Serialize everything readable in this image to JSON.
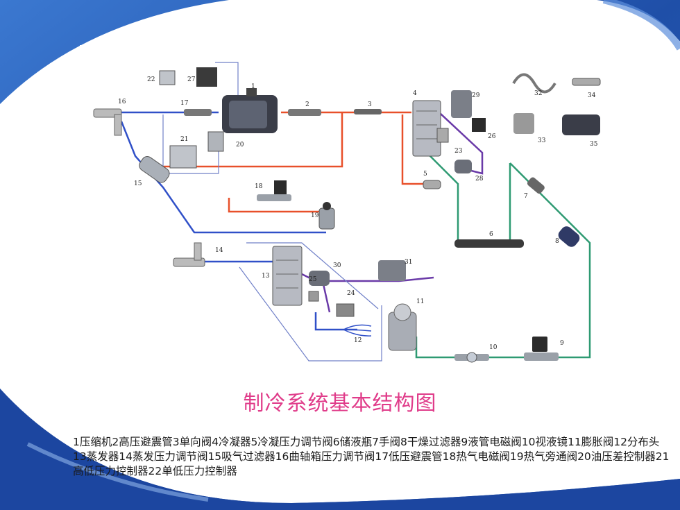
{
  "title": "制冷系统基本结构图",
  "legend": "1压缩机2高压避震管3单向阀4冷凝器5冷凝压力调节阀6储液瓶7手阀8干燥过滤器9液管电磁阀10视液镜11膨胀阀12分布头13蒸发器14蒸发压力调节阀15吸气过滤器16曲轴箱压力调节阀17低压避震管18热气电磁阀19热气旁通阀20油压差控制器21高低压力控制器22单低压力控制器",
  "component_numbers": [
    "1",
    "2",
    "3",
    "4",
    "5",
    "6",
    "7",
    "8",
    "9",
    "10",
    "11",
    "12",
    "13",
    "14",
    "15",
    "16",
    "17",
    "18",
    "19",
    "20",
    "21",
    "22",
    "23",
    "24",
    "25",
    "26",
    "27",
    "28",
    "29",
    "30",
    "31",
    "32",
    "33",
    "34",
    "35"
  ],
  "colors": {
    "suction_line": "#3050c8",
    "discharge_line": "#e8502a",
    "liquid_line": "#2e9a72",
    "valve_line": "#6a3aa8",
    "title": "#e03c8a"
  }
}
